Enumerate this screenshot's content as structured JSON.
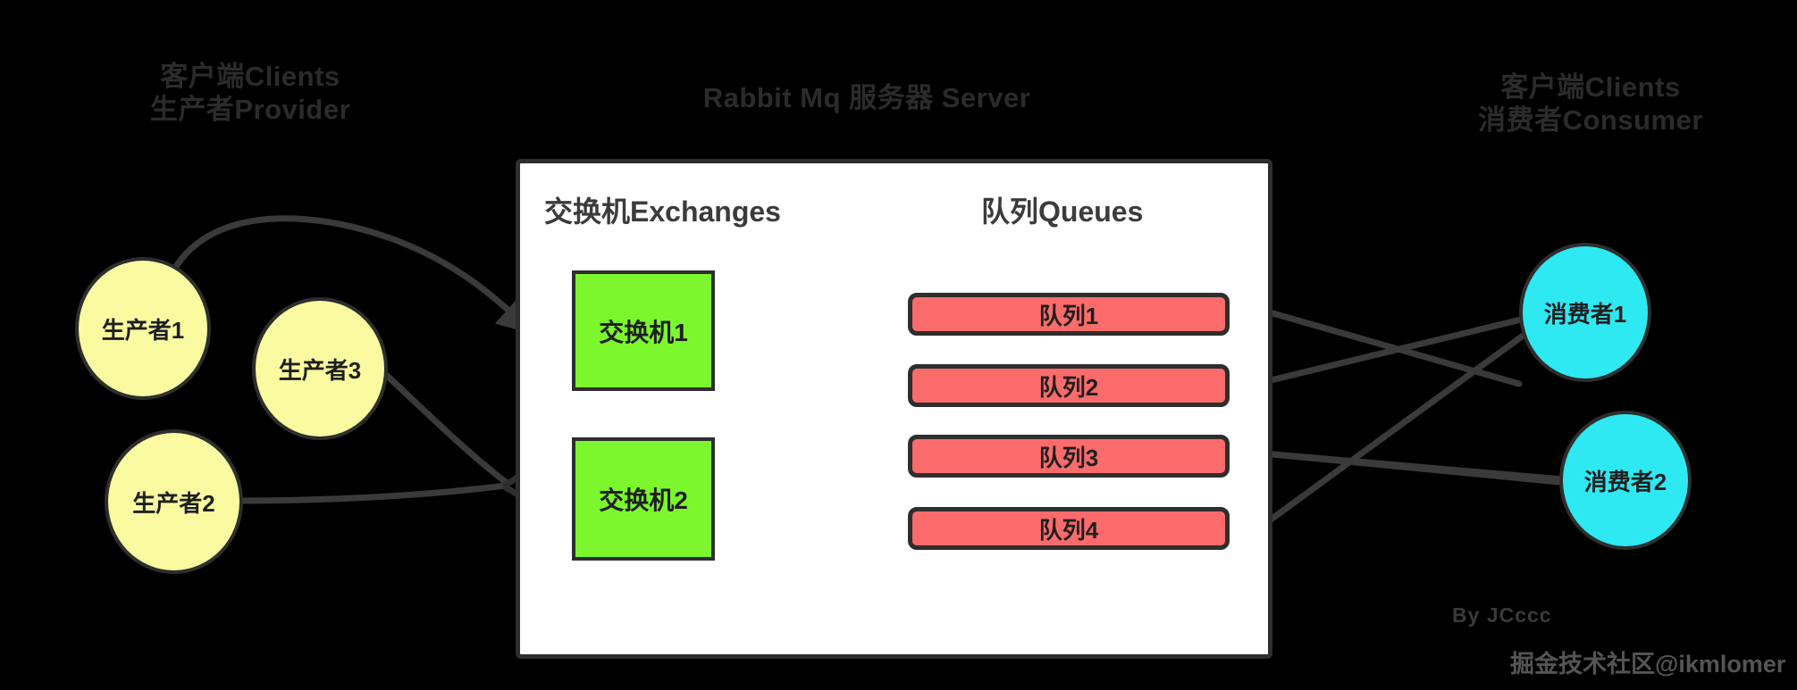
{
  "headers": {
    "left": "客户端Clients\n生产者Provider",
    "center": "Rabbit Mq 服务器 Server",
    "right": "客户端Clients\n消费者Consumer"
  },
  "panel": {
    "exchanges_title": "交换机Exchanges",
    "queues_title": "队列Queues"
  },
  "producers": [
    {
      "label": "生产者1"
    },
    {
      "label": "生产者2"
    },
    {
      "label": "生产者3"
    }
  ],
  "exchanges": [
    {
      "label": "交换机1"
    },
    {
      "label": "交换机2"
    }
  ],
  "queues": [
    {
      "label": "队列1"
    },
    {
      "label": "队列2"
    },
    {
      "label": "队列3"
    },
    {
      "label": "队列4"
    }
  ],
  "consumers": [
    {
      "label": "消费者1"
    },
    {
      "label": "消费者2"
    }
  ],
  "watermarks": {
    "author": "By JCccc",
    "site": "掘金技术社区@ikmlomer"
  },
  "colors": {
    "background": "#000000",
    "panel": "#ffffff",
    "producer": "#FAFAA0",
    "consumer": "#2EE9F2",
    "exchange": "#7CF72E",
    "queue": "#FB6B6B",
    "stroke": "#2e2e2e",
    "header_text": "#2b2b2b",
    "wire_outer": "#3a3a3a",
    "wire_inner": "#2e2e2e"
  }
}
